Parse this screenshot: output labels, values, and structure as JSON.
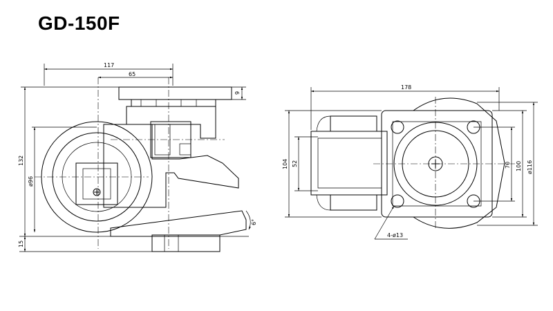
{
  "title": "GD-150F",
  "side_view": {
    "dims": {
      "overall_width": "117",
      "center_offset": "65",
      "plate_thickness": "9",
      "overall_height": "132",
      "wheel_dia": "ø96",
      "base_height": "15",
      "angle": "6°"
    }
  },
  "top_view": {
    "dims": {
      "overall_length": "178",
      "frame_height": "104",
      "inner_height": "52",
      "hole_pitch_a": "70",
      "hole_pitch_b": "100",
      "plate_size": "ø116",
      "hole": "4-ø13"
    }
  }
}
